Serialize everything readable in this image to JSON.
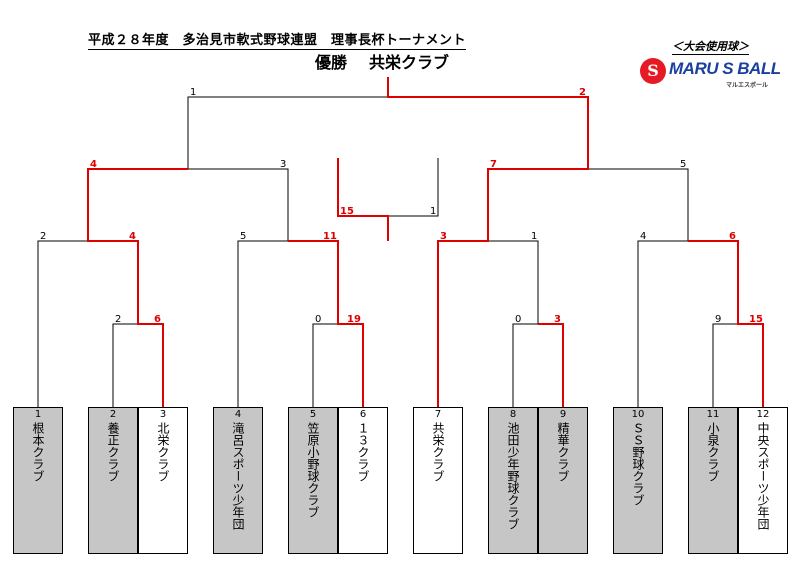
{
  "header": {
    "title": "平成２８年度　多治見市軟式野球連盟　理事長杯トーナメント",
    "winner_label": "優勝",
    "winner_team": "共栄クラブ"
  },
  "sponsor": {
    "note": "＜大会使用球＞",
    "logo_mark": "S",
    "logo_text": "MARU S BALL",
    "logo_subtext": "マルエスボール"
  },
  "colors": {
    "win_line": "#e00000",
    "loss_line": "#000000",
    "gray_box": "#c6c6c6"
  },
  "teams": [
    {
      "no": "1",
      "name": "根本クラブ",
      "shade": "gray"
    },
    {
      "no": "2",
      "name": "養正クラブ",
      "shade": "gray"
    },
    {
      "no": "3",
      "name": "北栄クラブ",
      "shade": "white"
    },
    {
      "no": "4",
      "name": "滝呂スポーツ少年団",
      "shade": "gray"
    },
    {
      "no": "5",
      "name": "笠原小野球クラブ",
      "shade": "gray"
    },
    {
      "no": "6",
      "name": "１３クラブ",
      "shade": "white"
    },
    {
      "no": "7",
      "name": "共栄クラブ",
      "shade": "white"
    },
    {
      "no": "8",
      "name": "池田少年野球クラブ",
      "shade": "gray"
    },
    {
      "no": "9",
      "name": "精華クラブ",
      "shade": "gray"
    },
    {
      "no": "10",
      "name": "ＳＳ野球クラブ",
      "shade": "gray"
    },
    {
      "no": "11",
      "name": "小泉クラブ",
      "shade": "gray"
    },
    {
      "no": "12",
      "name": "中央スポーツ少年団",
      "shade": "white"
    }
  ],
  "scores": [
    {
      "id": "r1-2",
      "value": "2",
      "win": false
    },
    {
      "id": "r1-3",
      "value": "6",
      "win": true
    },
    {
      "id": "r1-5",
      "value": "0",
      "win": false
    },
    {
      "id": "r1-6",
      "value": "19",
      "win": true
    },
    {
      "id": "r1-8",
      "value": "0",
      "win": false
    },
    {
      "id": "r1-9",
      "value": "3",
      "win": true
    },
    {
      "id": "r1-11",
      "value": "9",
      "win": false
    },
    {
      "id": "r1-12",
      "value": "15",
      "win": true
    },
    {
      "id": "r2-1",
      "value": "2",
      "win": false
    },
    {
      "id": "r2-3",
      "value": "4",
      "win": true
    },
    {
      "id": "r2-4",
      "value": "5",
      "win": false
    },
    {
      "id": "r2-6",
      "value": "11",
      "win": true
    },
    {
      "id": "r2-7",
      "value": "3",
      "win": true
    },
    {
      "id": "r2-9",
      "value": "1",
      "win": false
    },
    {
      "id": "r2-10",
      "value": "4",
      "win": false
    },
    {
      "id": "r2-12",
      "value": "6",
      "win": true
    },
    {
      "id": "qf-a",
      "value": "4",
      "win": true
    },
    {
      "id": "qf-b",
      "value": "3",
      "win": false
    },
    {
      "id": "qf-c",
      "value": "7",
      "win": true
    },
    {
      "id": "qf-d",
      "value": "5",
      "win": false
    },
    {
      "id": "sf-a",
      "value": "1",
      "win": false
    },
    {
      "id": "sf-b",
      "value": "2",
      "win": true
    },
    {
      "id": "extra-a",
      "value": "15",
      "win": true
    },
    {
      "id": "extra-b",
      "value": "1",
      "win": false
    }
  ]
}
